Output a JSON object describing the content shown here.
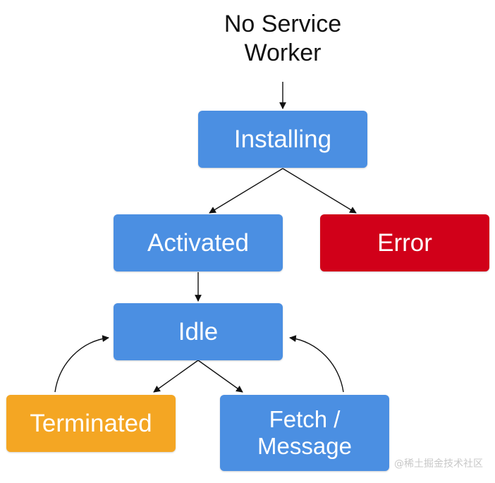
{
  "diagram": {
    "start_label_lines": [
      "No Service",
      "Worker"
    ],
    "nodes": {
      "installing": {
        "label": "Installing",
        "color": "#4b8fe2"
      },
      "activated": {
        "label": "Activated",
        "color": "#4b8fe2"
      },
      "error": {
        "label": "Error",
        "color": "#d10019"
      },
      "idle": {
        "label": "Idle",
        "color": "#4b8fe2"
      },
      "terminated": {
        "label": "Terminated",
        "color": "#f4a623"
      },
      "fetch_message": {
        "label_lines": [
          "Fetch /",
          "Message"
        ],
        "color": "#4b8fe2"
      }
    }
  },
  "watermark": "@稀土掘金技术社区"
}
